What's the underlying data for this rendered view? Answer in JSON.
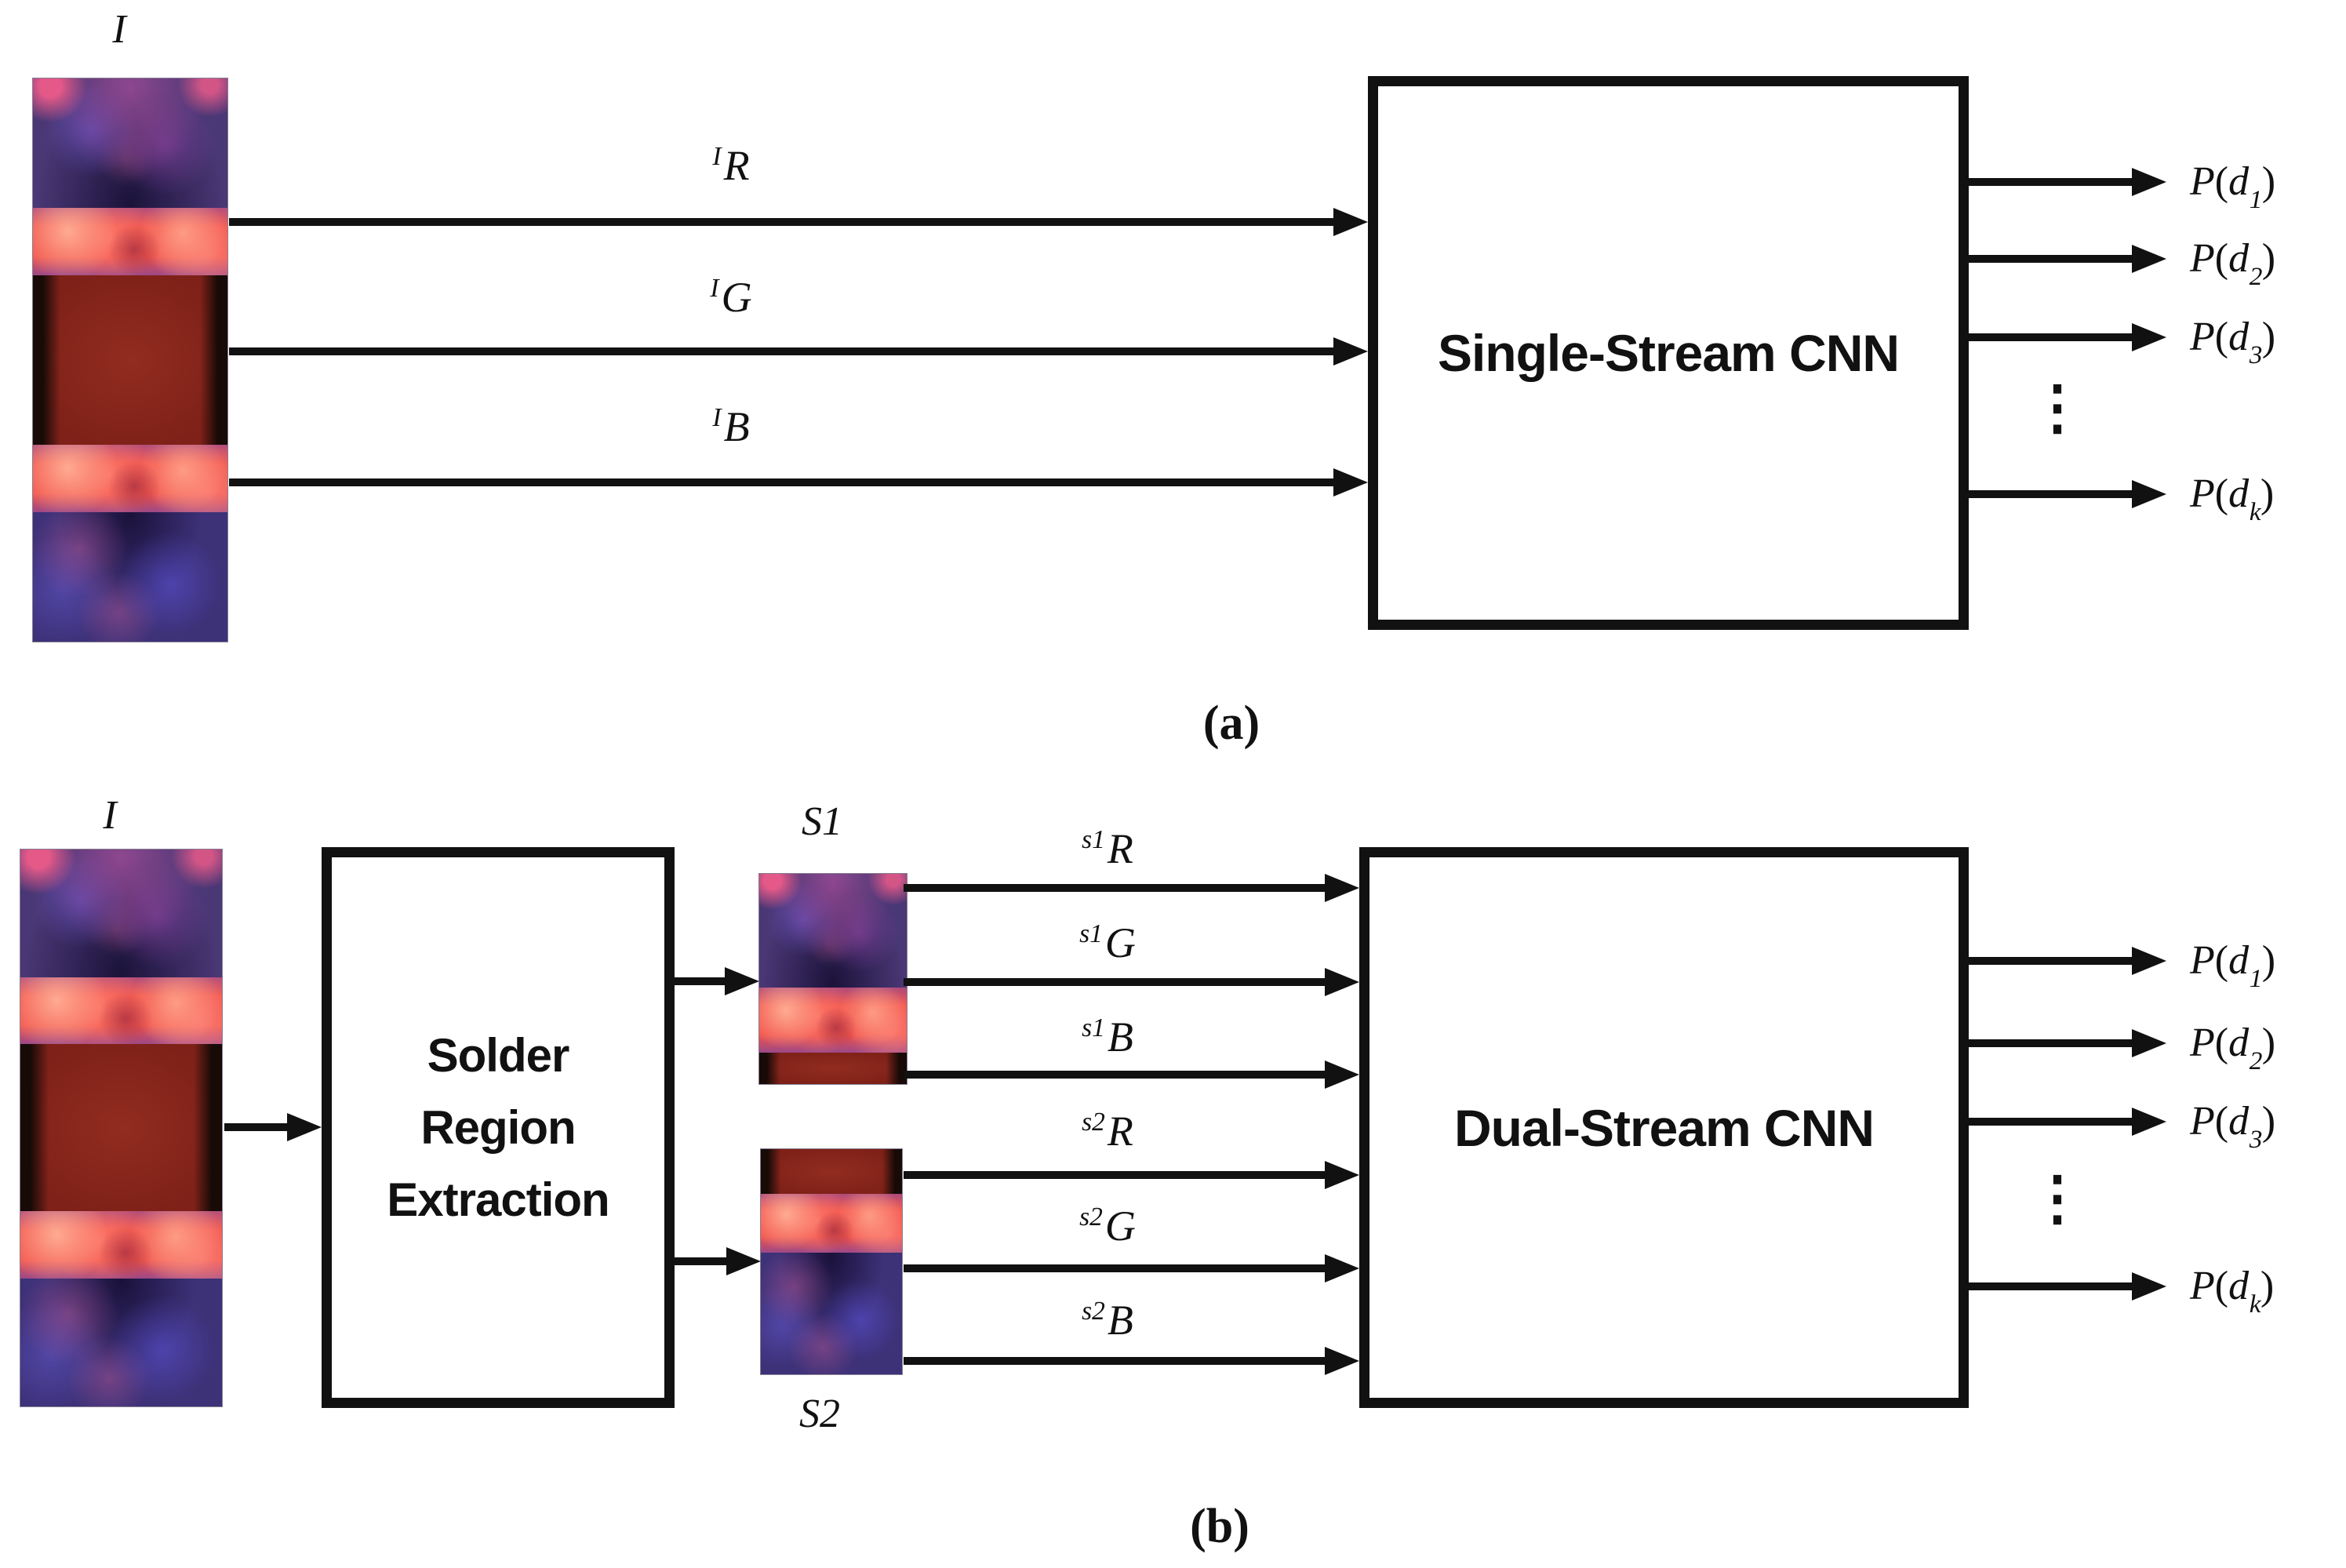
{
  "colors": {
    "ink": "#111111",
    "bg": "#ffffff",
    "chip-purple": "#4a3775",
    "chip-purple-deep": "#3d3178",
    "chip-pink": "#ff5f8c",
    "chip-blue": "#5a5ae0",
    "solder-coral": "#f2544b",
    "solder-light": "#ffaf96",
    "body-red": "#7f2118",
    "body-shadow": "#170a07"
  },
  "panel_a": {
    "caption": "(a)",
    "input_image_label": "I",
    "channels": [
      {
        "sup": "I",
        "letter": "R"
      },
      {
        "sup": "I",
        "letter": "G"
      },
      {
        "sup": "I",
        "letter": "B"
      }
    ],
    "box_label": "Single-Stream CNN",
    "outputs": [
      {
        "p": "P",
        "open": "(",
        "arg": "d",
        "sub": "1",
        "close": ")"
      },
      {
        "p": "P",
        "open": "(",
        "arg": "d",
        "sub": "2",
        "close": ")"
      },
      {
        "p": "P",
        "open": "(",
        "arg": "d",
        "sub": "3",
        "close": ")"
      },
      {
        "p": "P",
        "open": "(",
        "arg": "d",
        "sub": "k",
        "close": ")"
      }
    ],
    "ellipsis": "⋮"
  },
  "panel_b": {
    "caption": "(b)",
    "input_image_label": "I",
    "extraction_box_lines": {
      "line1": "Solder",
      "line2": "Region",
      "line3": "Extraction"
    },
    "s1_label": "S1",
    "s2_label": "S2",
    "channels": [
      {
        "sup": "s1",
        "letter": "R"
      },
      {
        "sup": "s1",
        "letter": "G"
      },
      {
        "sup": "s1",
        "letter": "B"
      },
      {
        "sup": "s2",
        "letter": "R"
      },
      {
        "sup": "s2",
        "letter": "G"
      },
      {
        "sup": "s2",
        "letter": "B"
      }
    ],
    "box_label": "Dual-Stream CNN",
    "outputs": [
      {
        "p": "P",
        "open": "(",
        "arg": "d",
        "sub": "1",
        "close": ")"
      },
      {
        "p": "P",
        "open": "(",
        "arg": "d",
        "sub": "2",
        "close": ")"
      },
      {
        "p": "P",
        "open": "(",
        "arg": "d",
        "sub": "3",
        "close": ")"
      },
      {
        "p": "P",
        "open": "(",
        "arg": "d",
        "sub": "k",
        "close": ")"
      }
    ],
    "ellipsis": "⋮"
  }
}
